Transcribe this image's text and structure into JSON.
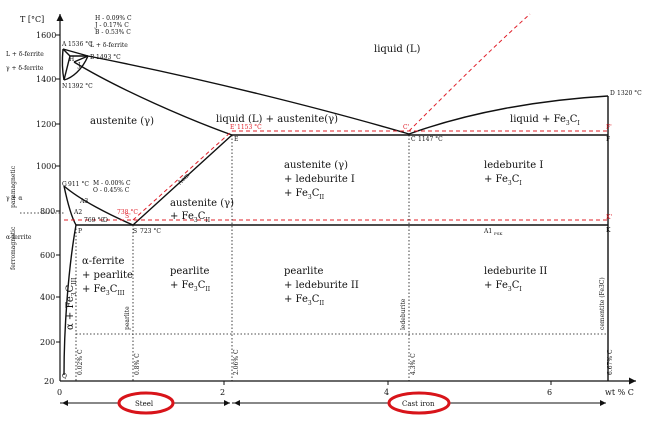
{
  "axis": {
    "y_title": "T [°C]",
    "x_unit": "wt % C",
    "y_ticks": [
      "1600",
      "1400",
      "1200",
      "1000",
      "800",
      "600",
      "400",
      "200",
      "20"
    ],
    "x_ticks": [
      "0",
      "2",
      "4",
      "6"
    ]
  },
  "legend_notes": [
    "H - 0.09% C",
    "J - 0.17% C",
    "B - 0.53% C"
  ],
  "mo_notes": [
    "M - 0.00% C",
    "O - 0.45% C"
  ],
  "points": {
    "A": "A",
    "A_temp": "1536 °C",
    "H": "H",
    "J": "J",
    "B": "B",
    "B_temp": "1493 °C",
    "N": "N",
    "N_temp": "1392 °C",
    "G": "G",
    "G_temp": "911 °C",
    "M": "M",
    "O": "O",
    "O_temp": "769 °C",
    "P": "P",
    "S": "S",
    "S_temp": "723 °C",
    "S_prime": "S'",
    "S_prime_temp": "738 °C",
    "E": "E",
    "E_prime": "E'",
    "E_prime_temp": "1153 °C",
    "C": "C",
    "C_temp": "1147 °C",
    "C_prime": "C'",
    "D": "D",
    "D_temp": "1320 °C",
    "F": "F",
    "F_prime": "F'",
    "K": "K",
    "K_prime": "K'",
    "Q": "Q"
  },
  "left_phase_labels": {
    "l_delta": "L + δ-ferrite",
    "gamma_delta": "γ + δ-ferrite",
    "l_delta_2": "L + δ-ferrite",
    "gamma_alpha": "γ + α",
    "alpha_ferrite": "α-ferrite",
    "paramagnetic": "paramagnetic",
    "ferromagnetic": "ferromagnetic"
  },
  "lines": {
    "A3": "A3",
    "A2": "A2",
    "Acm": "Acm",
    "A1": "A1",
    "A1_sub": "PSK"
  },
  "regions": {
    "liquid": "liquid (L)",
    "austenite": "austenite (γ)",
    "liquid_austenite": "liquid (L) + austenite(γ)",
    "liquid_fe3c_main": "liquid + Fe",
    "liquid_fe3c_sub": "3",
    "liquid_fe3c_end": "C",
    "liquid_fe3c_sub2": "I",
    "aus_fe3c_main": "austenite (γ)",
    "aus_fe3c_line2": "+ Fe",
    "aus_fe3c_sub": "3",
    "aus_fe3c_end": "C",
    "aus_fe3c_sub2": "II",
    "aus_led_1": "austenite (γ)",
    "aus_led_2": "+ ledeburite I",
    "aus_led_3": "+ Fe",
    "aus_led_3_sub": "3",
    "aus_led_3_end": "C",
    "aus_led_3_sub2": "II",
    "led1_1": "ledeburite I",
    "led1_2": "+ Fe",
    "led1_2_sub": "3",
    "led1_2_end": "C",
    "led1_2_sub2": "I",
    "af_pearl_1": "α-ferrite",
    "af_pearl_2": "+ pearlite",
    "af_pearl_3": "+ Fe",
    "af_pearl_3_sub": "3",
    "af_pearl_3_end": "C",
    "af_pearl_3_sub2": "III",
    "pearl_1": "pearlite",
    "pearl_2": "+ Fe",
    "pearl_2_sub": "3",
    "pearl_2_end": "C",
    "pearl_2_sub2": "II",
    "pl2_1": "pearlite",
    "pl2_2": "+ ledeburite II",
    "pl2_3": "+ Fe",
    "pl2_3_sub": "3",
    "pl2_3_end": "C",
    "pl2_3_sub2": "II",
    "led2_1": "ledeburite II",
    "led2_2": "+ Fe",
    "led2_2_sub": "3",
    "led2_2_end": "C",
    "led2_2_sub2": "I",
    "vert_alpha": "α + Fe",
    "vert_alpha_sub": "3",
    "vert_alpha_end": "C",
    "vert_alpha_sub2": "III"
  },
  "vertical_tags": {
    "c002": "0.02% C",
    "c08": "0.8% C",
    "c206": "2.06% C",
    "c43": "4.3% C",
    "c667": "6.67% C",
    "pearlite": "pearlite",
    "ledeburite": "ledeburite",
    "cementite": "cementite (Fe3C)"
  },
  "categories": {
    "steel": "Steel",
    "cast_iron": "Cast iron"
  },
  "colors": {
    "line": "#111111",
    "dashed": "#e0202a",
    "highlight": "#d8141a"
  }
}
